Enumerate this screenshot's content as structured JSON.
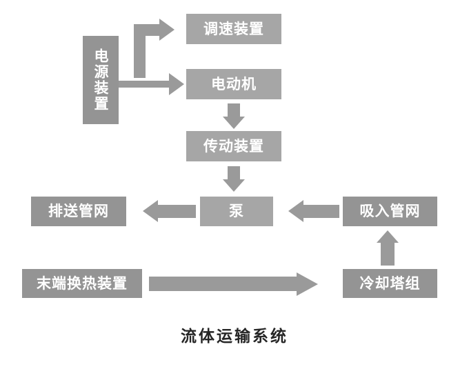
{
  "diagram": {
    "caption": "流体运输系统",
    "colors": {
      "box_light": "#a6a6a6",
      "box_dark": "#949494",
      "arrow": "#9a9a9a",
      "label_text": "#ffffff",
      "caption_text": "#262626",
      "background": "#ffffff"
    },
    "nodes": [
      {
        "id": "power-supply",
        "label": "电源装置",
        "orientation": "vertical",
        "shade": "dark"
      },
      {
        "id": "speed-governor",
        "label": "调速装置",
        "orientation": "horizontal",
        "shade": "light"
      },
      {
        "id": "motor",
        "label": "电动机",
        "orientation": "horizontal",
        "shade": "light"
      },
      {
        "id": "transmission",
        "label": "传动装置",
        "orientation": "horizontal",
        "shade": "light"
      },
      {
        "id": "pump",
        "label": "泵",
        "orientation": "horizontal",
        "shade": "light"
      },
      {
        "id": "discharge-pipe",
        "label": "排送管网",
        "orientation": "horizontal",
        "shade": "dark"
      },
      {
        "id": "suction-pipe",
        "label": "吸入管网",
        "orientation": "horizontal",
        "shade": "dark"
      },
      {
        "id": "terminal-hx",
        "label": "末端换热装置",
        "orientation": "horizontal",
        "shade": "dark"
      },
      {
        "id": "cooling-tower",
        "label": "冷却塔组",
        "orientation": "horizontal",
        "shade": "dark"
      }
    ],
    "edges": [
      {
        "id": "power-to-governor",
        "from": "电源装置",
        "to": "调速装置",
        "direction": "elbow-up-right"
      },
      {
        "id": "power-to-motor",
        "from": "电源装置",
        "to": "电动机",
        "direction": "right"
      },
      {
        "id": "motor-to-transmission",
        "from": "电动机",
        "to": "传动装置",
        "direction": "down"
      },
      {
        "id": "transmission-to-pump",
        "from": "传动装置",
        "to": "泵",
        "direction": "down"
      },
      {
        "id": "pump-to-discharge",
        "from": "泵",
        "to": "排送管网",
        "direction": "left"
      },
      {
        "id": "suction-to-pump",
        "from": "吸入管网",
        "to": "泵",
        "direction": "left"
      },
      {
        "id": "tower-to-suction",
        "from": "冷却塔组",
        "to": "吸入管网",
        "direction": "up"
      },
      {
        "id": "terminal-to-tower",
        "from": "末端换热装置",
        "to": "冷却塔组",
        "direction": "right"
      }
    ]
  }
}
